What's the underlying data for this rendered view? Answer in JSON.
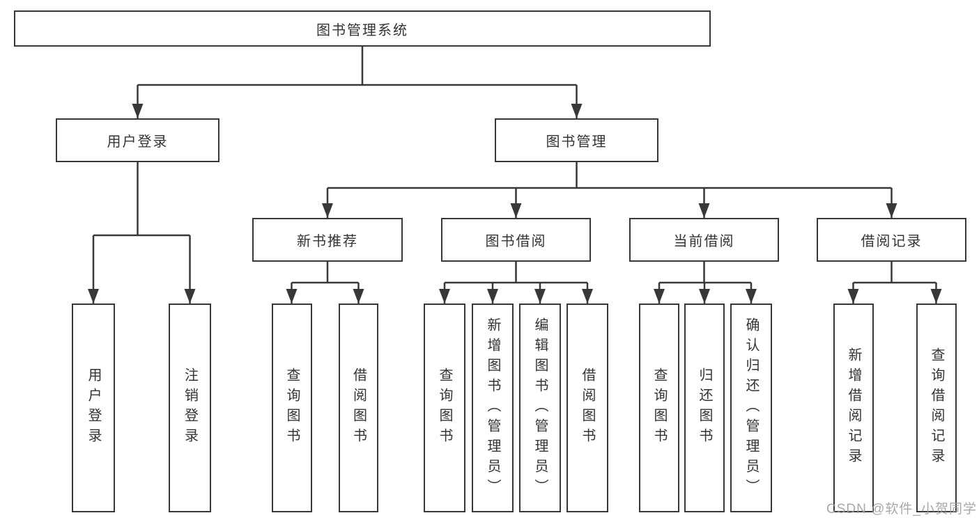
{
  "diagram": {
    "type": "tree",
    "orientation": "top-down",
    "colors": {
      "line": "#383838",
      "box_border": "#383838",
      "text": "#333333",
      "background": "#ffffff",
      "watermark": "#9e9e9e"
    }
  },
  "tree": {
    "label": "图书管理系统",
    "children": [
      {
        "label": "用户登录",
        "children": [
          {
            "label": "用户登录"
          },
          {
            "label": "注销登录"
          }
        ]
      },
      {
        "label": "图书管理",
        "children": [
          {
            "label": "新书推荐",
            "children": [
              {
                "label": "查询图书"
              },
              {
                "label": "借阅图书"
              }
            ]
          },
          {
            "label": "图书借阅",
            "children": [
              {
                "label": "查询图书"
              },
              {
                "label": "新增图书（管理员）"
              },
              {
                "label": "编辑图书（管理员）"
              },
              {
                "label": "借阅图书"
              }
            ]
          },
          {
            "label": "当前借阅",
            "children": [
              {
                "label": "查询图书"
              },
              {
                "label": "归还图书"
              },
              {
                "label": "确认归还（管理员）"
              }
            ]
          },
          {
            "label": "借阅记录",
            "children": [
              {
                "label": "新增借阅记录"
              },
              {
                "label": "查询借阅记录"
              }
            ]
          }
        ]
      }
    ]
  },
  "watermark": {
    "text": "CSDN @软件_小贺同学"
  }
}
